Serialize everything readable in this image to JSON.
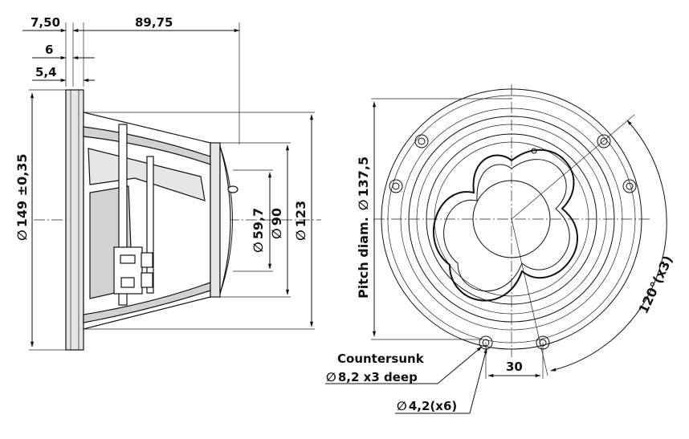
{
  "side_view": {
    "dim_top_1": "7,50",
    "dim_top_2": "89,75",
    "dim_6": "6",
    "dim_5_4": "5,4",
    "dim_flange_diameter": "149 ±0,35",
    "dim_59_7": "59,7",
    "dim_90": "90",
    "dim_123": "123"
  },
  "front_view": {
    "pitch_label": "Pitch diam.",
    "pitch_value": "137,5",
    "angle_label": "120°(x3)",
    "countersunk_label": "Countersunk",
    "countersunk_value": "8,2 x3 deep",
    "hole_value": "4,2(x6)",
    "dim_30": "30"
  },
  "symbols": {
    "diameter": "∅"
  }
}
